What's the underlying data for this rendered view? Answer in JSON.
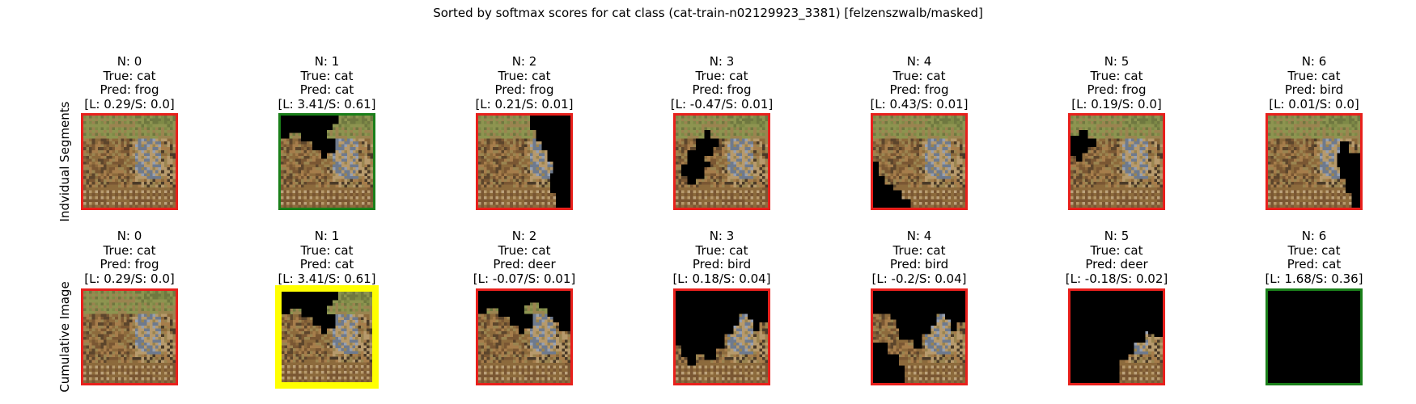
{
  "title": "Sorted by softmax scores for cat class (cat-train-n02129923_3381) [felzenszwalb/masked]",
  "colors": {
    "red": "#e8201c",
    "green": "#1a7f1a",
    "yellow": "#ffff00",
    "mask": "#000000"
  },
  "rows": [
    {
      "label": "Indvidual Segments",
      "cells": [
        {
          "n": "N: 0",
          "true_label": "True: cat",
          "pred": "Pred: frog",
          "scores": "[L: 0.29/S: 0.0]",
          "border": "red",
          "mask": "none"
        },
        {
          "n": "N: 1",
          "true_label": "True: cat",
          "pred": "Pred: cat",
          "scores": "[L: 3.41/S: 0.61]",
          "border": "green",
          "mask": "seg1"
        },
        {
          "n": "N: 2",
          "true_label": "True: cat",
          "pred": "Pred: frog",
          "scores": "[L: 0.21/S: 0.01]",
          "border": "red",
          "mask": "seg2"
        },
        {
          "n": "N: 3",
          "true_label": "True: cat",
          "pred": "Pred: frog",
          "scores": "[L: -0.47/S: 0.01]",
          "border": "red",
          "mask": "seg3"
        },
        {
          "n": "N: 4",
          "true_label": "True: cat",
          "pred": "Pred: frog",
          "scores": "[L: 0.43/S: 0.01]",
          "border": "red",
          "mask": "seg4"
        },
        {
          "n": "N: 5",
          "true_label": "True: cat",
          "pred": "Pred: frog",
          "scores": "[L: 0.19/S: 0.0]",
          "border": "red",
          "mask": "seg5"
        },
        {
          "n": "N: 6",
          "true_label": "True: cat",
          "pred": "Pred: bird",
          "scores": "[L: 0.01/S: 0.0]",
          "border": "red",
          "mask": "seg6"
        }
      ]
    },
    {
      "label": "Cumulative Image",
      "cells": [
        {
          "n": "N: 0",
          "true_label": "True: cat",
          "pred": "Pred: frog",
          "scores": "[L: 0.29/S: 0.0]",
          "border": "red",
          "mask": "none"
        },
        {
          "n": "N: 1",
          "true_label": "True: cat",
          "pred": "Pred: cat",
          "scores": "[L: 3.41/S: 0.61]",
          "border": "yellow",
          "mask": "seg1"
        },
        {
          "n": "N: 2",
          "true_label": "True: cat",
          "pred": "Pred: deer",
          "scores": "[L: -0.07/S: 0.01]",
          "border": "red",
          "mask": "cum2"
        },
        {
          "n": "N: 3",
          "true_label": "True: cat",
          "pred": "Pred: bird",
          "scores": "[L: 0.18/S: 0.04]",
          "border": "red",
          "mask": "cum3"
        },
        {
          "n": "N: 4",
          "true_label": "True: cat",
          "pred": "Pred: bird",
          "scores": "[L: -0.2/S: 0.04]",
          "border": "red",
          "mask": "cum4"
        },
        {
          "n": "N: 5",
          "true_label": "True: cat",
          "pred": "Pred: deer",
          "scores": "[L: -0.18/S: 0.02]",
          "border": "red",
          "mask": "cum5"
        },
        {
          "n": "N: 6",
          "true_label": "True: cat",
          "pred": "Pred: cat",
          "scores": "[L: 1.68/S: 0.36]",
          "border": "green",
          "mask": "full"
        }
      ]
    }
  ]
}
